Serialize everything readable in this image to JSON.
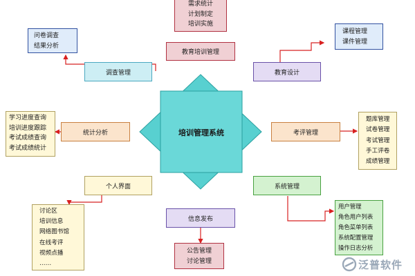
{
  "center": {
    "title": "培训管理系统"
  },
  "modules": {
    "education_training": {
      "label": "教育培训管理",
      "items": [
        "需求统计",
        "计划制定",
        "培训实施"
      ]
    },
    "survey": {
      "label": "调查管理",
      "items": [
        "问卷调查",
        "结果分析"
      ]
    },
    "edu_design": {
      "label": "教育设计",
      "items": [
        "课程管理",
        "课件管理"
      ]
    },
    "statistics": {
      "label": "统计分析",
      "items": [
        "学习进度查询",
        "培训进度跟踪",
        "考试成绩查询",
        "考试成绩统计"
      ]
    },
    "exam": {
      "label": "考评管理",
      "items": [
        "题库管理",
        "试卷管理",
        "考试管理",
        "手工评卷",
        "成绩管理"
      ]
    },
    "personal": {
      "label": "个人界面",
      "items": [
        "讨论区",
        "培训信息",
        "网络图书馆",
        "在线考评",
        "视频点播",
        "……"
      ]
    },
    "system": {
      "label": "系统管理",
      "items": [
        "用户管理",
        "角色用户列表",
        "角色菜单列表",
        "系统配置管理",
        "操作日志分析"
      ]
    },
    "info": {
      "label": "信息发布",
      "items": [
        "公告管理",
        "讨论管理"
      ]
    }
  },
  "logo": {
    "text": "泛普软件"
  },
  "colors": {
    "center_fill": "#58d0d0",
    "center_border": "#2aa0a0",
    "connector": "#d82020",
    "red_fill": "#f0d0d4",
    "red_border": "#b03040",
    "blue_fill": "#e0ecfa",
    "blue_border": "#3050a0",
    "cyan_fill": "#cdeef4",
    "cyan_border": "#4aa8c0",
    "purple_fill": "#e4dcf4",
    "purple_border": "#6850a8",
    "orange_fill": "#fbe4cc",
    "orange_border": "#c88040",
    "yellow_fill": "#fff8d8",
    "yellow_border": "#b0a060",
    "green_fill": "#d4f2d0",
    "green_border": "#48a040",
    "logo": "#9aa8b8"
  }
}
